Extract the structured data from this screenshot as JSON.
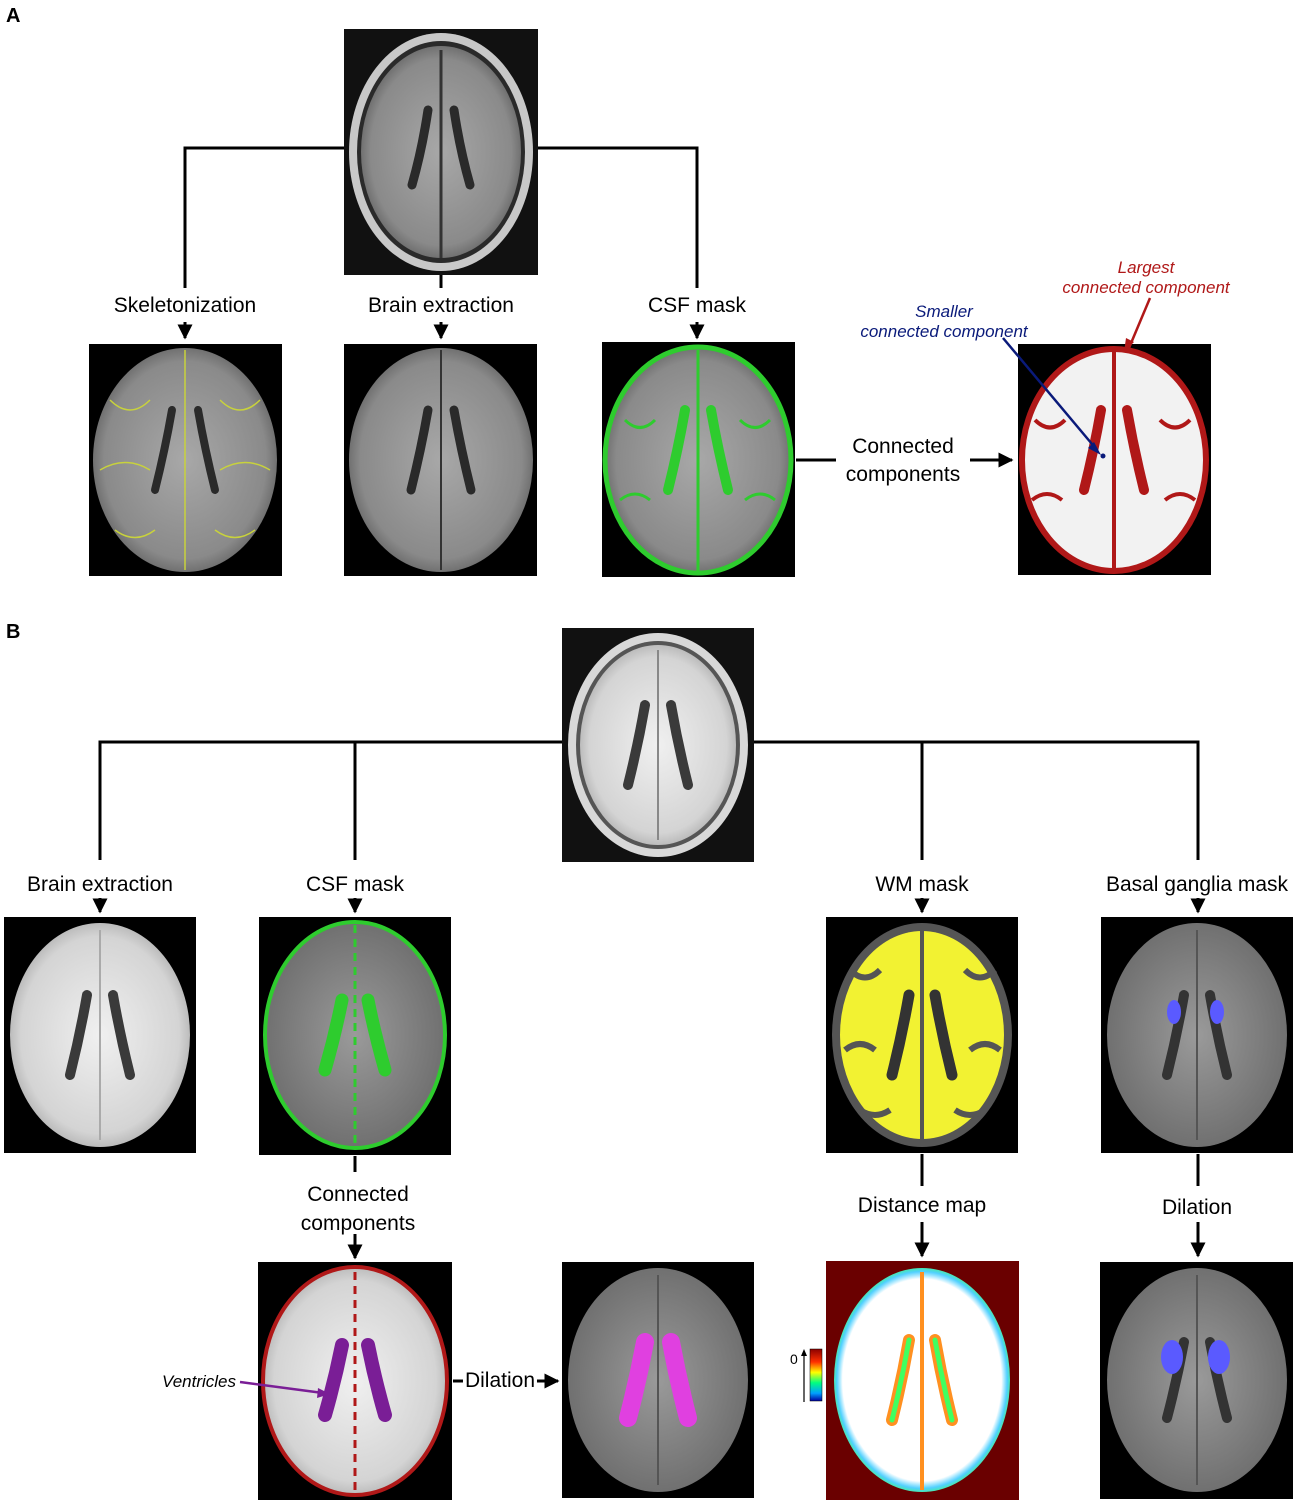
{
  "panels": {
    "a": "A",
    "b": "B"
  },
  "panel_a": {
    "step_skeletonization": "Skeletonization",
    "step_brain_extraction": "Brain extraction",
    "step_csf_mask": "CSF mask",
    "step_connected_components": "Connected\ncomponents",
    "annotation_largest": "Largest\nconnected component",
    "annotation_smaller": "Smaller\nconnected component"
  },
  "panel_b": {
    "step_brain_extraction": "Brain extraction",
    "step_csf_mask": "CSF mask",
    "step_wm_mask": "WM mask",
    "step_basal_ganglia_mask": "Basal ganglia mask",
    "step_connected_components": "Connected\ncomponents",
    "step_distance_map": "Distance map",
    "step_dilation_bg": "Dilation",
    "step_dilation_ventricles": "Dilation",
    "annotation_ventricles": "Ventricles",
    "colorbar_zero": "0"
  },
  "colors": {
    "skeleton": "#c8d23c",
    "csf": "#2ecc2e",
    "largest_component": "#b01818",
    "smaller_component": "#0a1a7a",
    "ventricles": "#7a1e96",
    "dilated_ventricles": "#e040e0",
    "wm": "#f2f232",
    "basal_ganglia": "#5a5aff",
    "distance_map_bg": "#6a0000"
  }
}
